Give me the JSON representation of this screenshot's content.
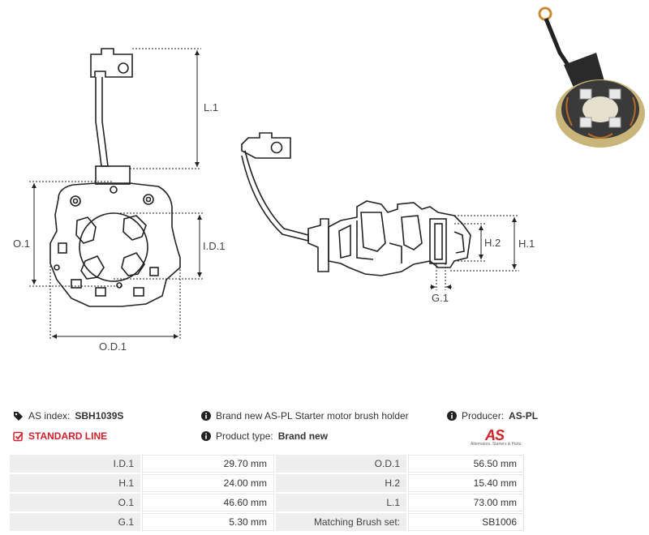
{
  "dimensions": {
    "l1": "L.1",
    "o1": "O.1",
    "id1": "I.D.1",
    "od1": "O.D.1",
    "h1": "H.1",
    "h2": "H.2",
    "g1": "G.1"
  },
  "info": {
    "as_index_label": "AS index:",
    "as_index_value": "SBH1039S",
    "standard_line": "STANDARD LINE",
    "description": "Brand new AS-PL Starter motor brush holder",
    "product_type_label": "Product type:",
    "product_type_value": "Brand new",
    "producer_label": "Producer:",
    "producer_value": "AS-PL"
  },
  "logo": {
    "mark": "AS",
    "tagline": "Alternators, Starters & Parts"
  },
  "specs": [
    {
      "l1": "I.D.1",
      "v1": "29.70 mm",
      "l2": "O.D.1",
      "v2": "56.50 mm"
    },
    {
      "l1": "H.1",
      "v1": "24.00 mm",
      "l2": "H.2",
      "v2": "15.40 mm"
    },
    {
      "l1": "O.1",
      "v1": "46.60 mm",
      "l2": "L.1",
      "v2": "73.00 mm"
    },
    {
      "l1": "G.1",
      "v1": "5.30 mm",
      "l2": "Matching Brush set:",
      "v2": "SB1006"
    }
  ],
  "colors": {
    "accent": "#d0212a",
    "label_bg": "#eeeeee",
    "line": "#222222"
  },
  "icons": {
    "tag": "tag-icon",
    "check": "check-square-icon",
    "info": "info-circle-icon"
  }
}
